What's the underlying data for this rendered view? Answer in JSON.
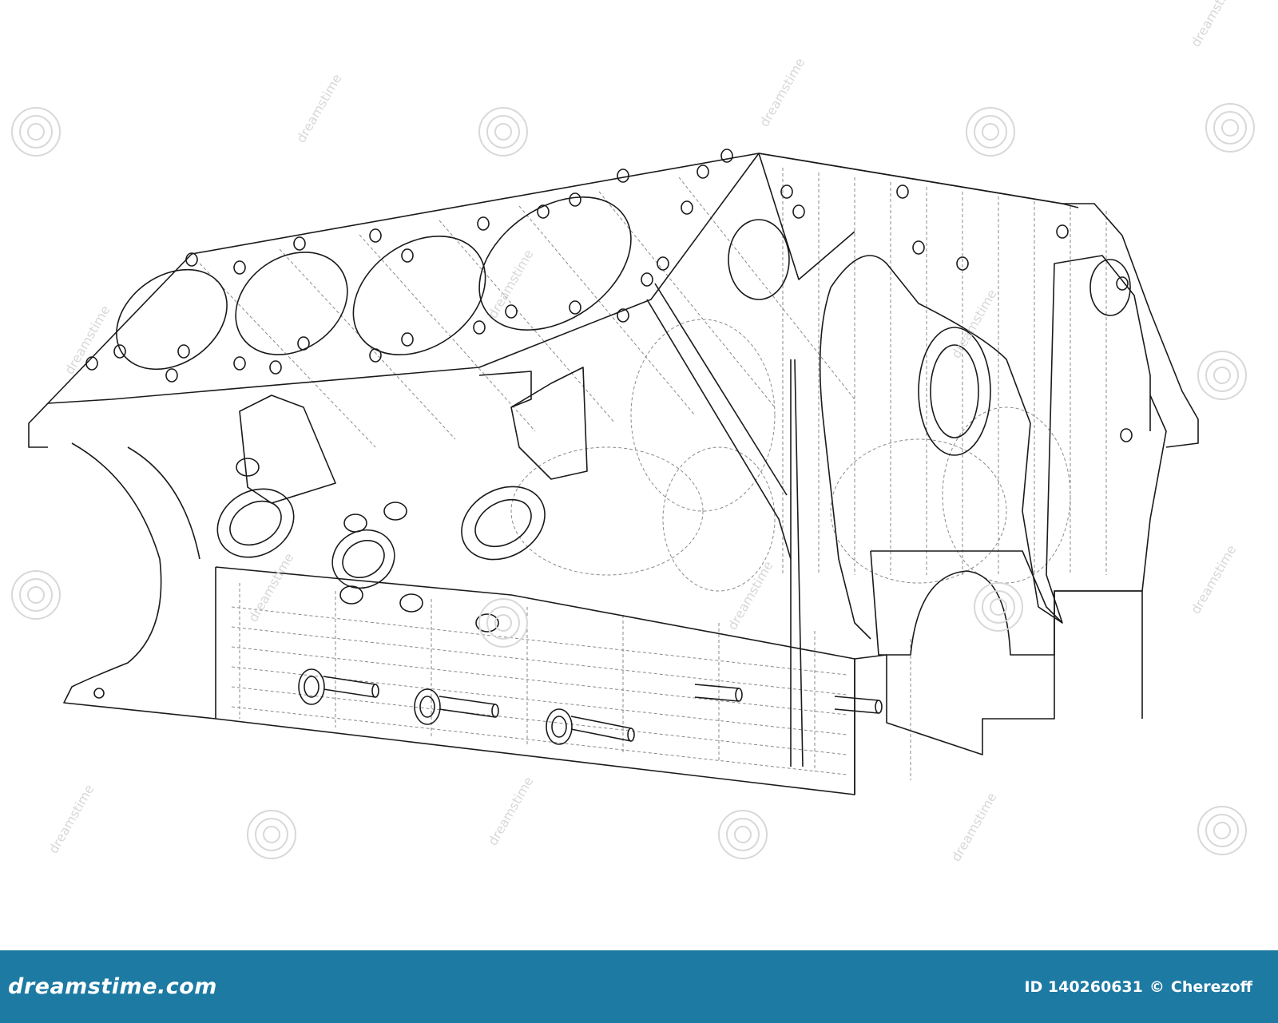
{
  "watermark": {
    "logo_text": "dreamstime.com",
    "id_text": "ID 140260631",
    "copyright_symbol": "©",
    "author": "Cherezoff",
    "tile_text": "dreamstime"
  },
  "colors": {
    "background": "#ffffff",
    "line": "#1a1a1a",
    "hidden_line": "#8a8a8a",
    "footer_bg": "#1d7aa3",
    "footer_text": "#ffffff",
    "watermark": "#d8d8d8"
  },
  "icons": {
    "swirl": "spiral-watermark-icon"
  }
}
